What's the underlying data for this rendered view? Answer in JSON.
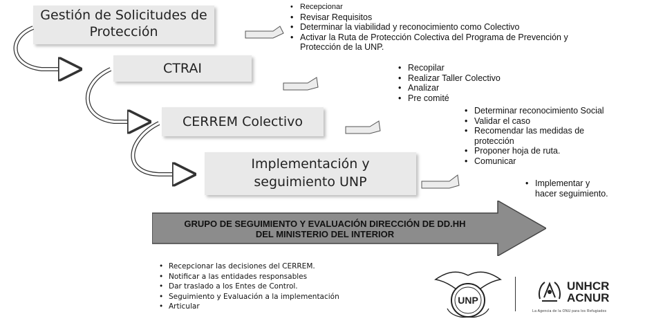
{
  "steps": [
    {
      "line1": "Gestión de Solicitudes de",
      "line2": "Protección"
    },
    {
      "line1": "CTRAI"
    },
    {
      "line1": "CERREM Colectivo"
    },
    {
      "line1": "Implementación y",
      "line2": "seguimiento UNP"
    }
  ],
  "step_tasks": {
    "gestion": [
      "Recepcionar",
      "Revisar Requisitos",
      "Determinar la viabilidad y reconocimiento como Colectivo",
      "Activar la Ruta de Protección Colectiva del Programa de Prevención y",
      "Protección de la UNP."
    ],
    "ctrai": [
      "Recopilar",
      "Realizar Taller Colectivo",
      "Analizar",
      "Pre comité"
    ],
    "cerrem": [
      "Determinar reconocimiento Social",
      "Validar el caso",
      "Recomendar las medidas de",
      "protección",
      "Proponer hoja de ruta.",
      "Comunicar"
    ],
    "unp": [
      "Implementar y",
      "hacer seguimiento."
    ]
  },
  "banner": {
    "line1": "GRUPO DE SEGUIMIENTO Y EVALUACIÓN DIRECCIÓN DE DD.HH",
    "line2": "DEL MINISTERIO DEL INTERIOR"
  },
  "bottom_tasks": [
    "Recepcionar las decisiones del CERREM.",
    "Notificar a  las entidades responsables",
    "Dar traslado a los Entes de Control.",
    "Seguimiento y Evaluación a la implementación",
    "Articular"
  ],
  "logos": {
    "unp_text": "UNP",
    "unhcr_line1": "UNHCR",
    "unhcr_line2": "ACNUR",
    "unhcr_tagline": "La Agencia de la ONU para los Refugiados"
  },
  "colors": {
    "box": "#e9e9e9",
    "banner": "#8c8c8c",
    "text": "#111111"
  }
}
